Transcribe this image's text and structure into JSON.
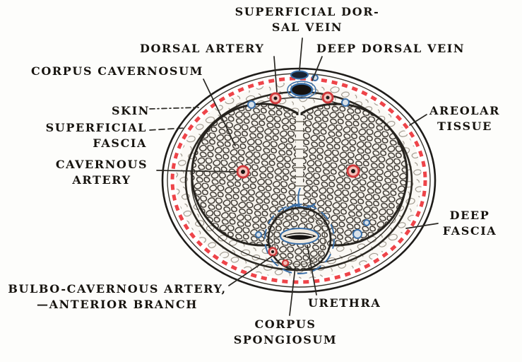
{
  "figure": {
    "type": "anatomical-cross-section",
    "subject": "transverse section of the penis",
    "colors": {
      "ink": "#17140f",
      "artery_red": "#cf3a3c",
      "vein_blue": "#3a6fa8",
      "skin_ring_red": "#ee4449",
      "paper": "#fdfdfb"
    },
    "labels": {
      "superficial_dorsal_vein": [
        "SUPERFICIAL DOR-",
        "SAL VEIN"
      ],
      "dorsal_artery": [
        "DORSAL ARTERY"
      ],
      "deep_dorsal_vein": [
        "DEEP DORSAL VEIN"
      ],
      "corpus_cavernosum": [
        "CORPUS CAVERNOSUM"
      ],
      "skin": [
        "SKIN"
      ],
      "superficial_fascia": [
        "SUPERFICIAL",
        "FASCIA"
      ],
      "cavernous_artery": [
        "CAVERNOUS",
        "ARTERY"
      ],
      "areolar_tissue": [
        "AREOLAR",
        "TISSUE"
      ],
      "deep_fascia": [
        "DEEP",
        "FASCIA"
      ],
      "bulbo_cavernous_artery": [
        "BULBO-CAVERNOUS ARTERY,",
        "—ANTERIOR BRANCH"
      ],
      "urethra": [
        "URETHRA"
      ],
      "corpus_spongiosum": [
        "CORPUS",
        "SPONGIOSUM"
      ]
    }
  }
}
